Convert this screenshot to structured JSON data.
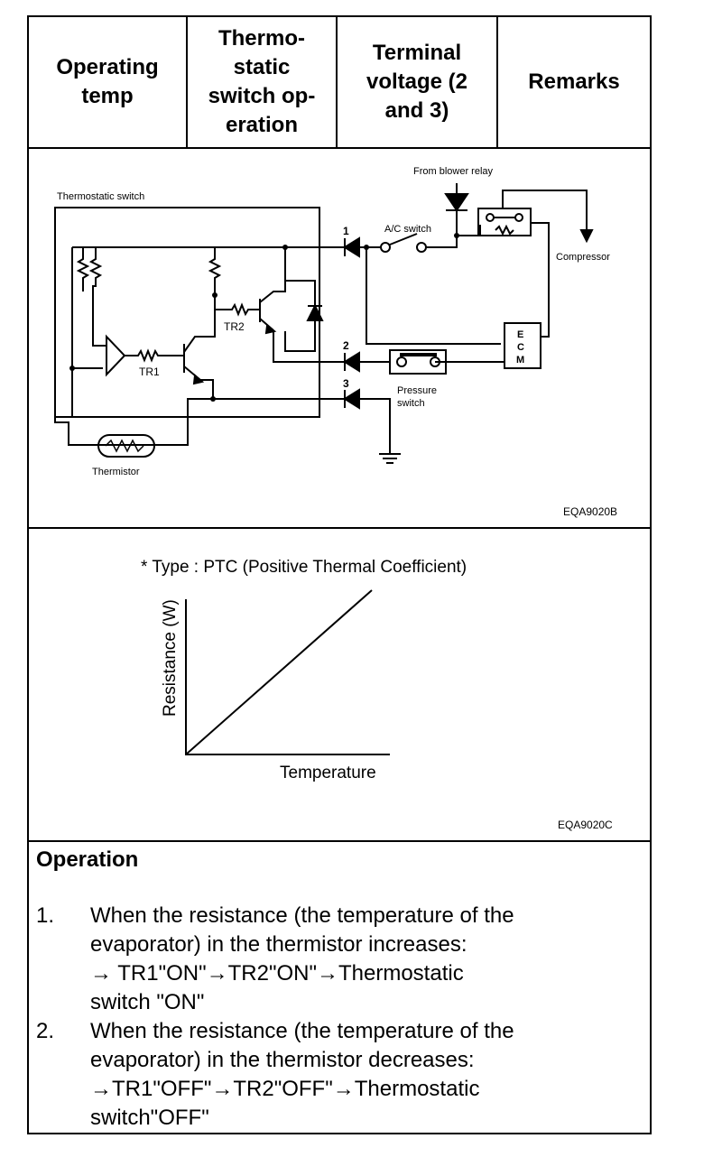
{
  "header": {
    "col1": [
      "Operating",
      "temp"
    ],
    "col2": [
      "Thermo-",
      "static",
      "switch op-",
      "eration"
    ],
    "col3": [
      "Terminal",
      "voltage (2",
      "and 3)"
    ],
    "col4": [
      "Remarks"
    ]
  },
  "circuit": {
    "code": "EQA9020B",
    "thermostatic_switch": "Thermostatic switch",
    "from_blower_relay": "From blower relay",
    "ac_switch": "A/C switch",
    "compressor": "Compressor",
    "ecm": [
      "E",
      "C",
      "M"
    ],
    "pressure_switch": [
      "Pressure",
      "switch"
    ],
    "thermistor": "Thermistor",
    "tr1": "TR1",
    "tr2": "TR2",
    "terminal_1": "1",
    "terminal_2": "2",
    "terminal_3": "3"
  },
  "graph": {
    "code": "EQA9020C",
    "type_note": "* Type : PTC (Positive Thermal Coefficient)",
    "ylabel": "Resistance (W)",
    "xlabel": "Temperature"
  },
  "operation": {
    "title": "Operation",
    "items": [
      {
        "num": "1.",
        "lines": [
          "When the resistance (the temperature of the",
          "evaporator) in the thermistor increases:",
          "→ TR1\"ON\"→TR2\"ON\"→Thermostatic",
          "switch  \"ON\""
        ]
      },
      {
        "num": "2.",
        "lines": [
          "When the resistance (the temperature of the",
          "evaporator) in the thermistor decreases:",
          "→TR1\"OFF\"→TR2\"OFF\"→Thermostatic",
          "switch\"OFF\""
        ]
      }
    ]
  }
}
